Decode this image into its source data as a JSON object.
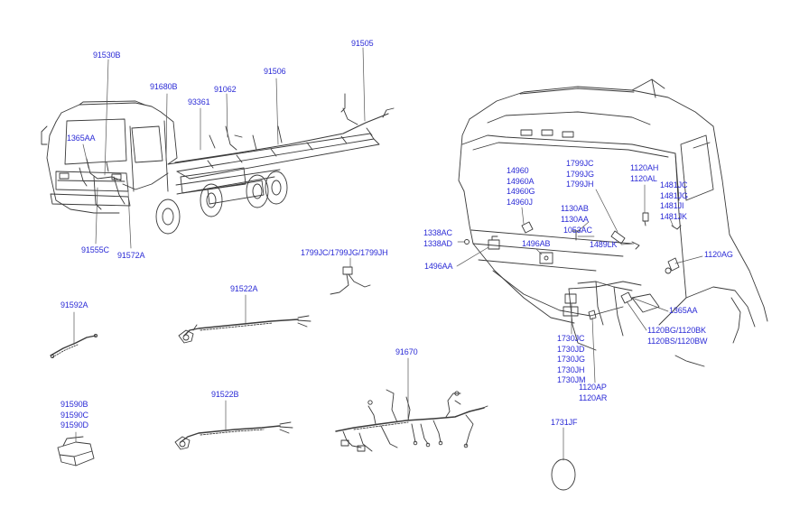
{
  "labels": {
    "l91530B": [
      "91530B"
    ],
    "l91505": [
      "91505"
    ],
    "l91680B": [
      "91680B"
    ],
    "l91506": [
      "91506"
    ],
    "l91062": [
      "91062"
    ],
    "l93361": [
      "93361"
    ],
    "l1365AA_left": [
      "1365AA"
    ],
    "l91555C": [
      "91555C"
    ],
    "l91572A": [
      "91572A"
    ],
    "l1799_top": [
      "1799JC/1799JG/1799JH"
    ],
    "l91592A": [
      "91592A"
    ],
    "l91522A": [
      "91522A"
    ],
    "l91590": [
      "91590B",
      "91590C",
      "91590D"
    ],
    "l91522B": [
      "91522B"
    ],
    "l91670": [
      "91670"
    ],
    "l14960": [
      "14960",
      "14960A",
      "14960G",
      "14960J"
    ],
    "l1799_right": [
      "1799JC",
      "1799JG",
      "1799JH"
    ],
    "l1120AH": [
      "1120AH",
      "1120AL"
    ],
    "l1481": [
      "1481JC",
      "1481JG",
      "1481JI",
      "1481JK"
    ],
    "l1130": [
      "1130AB",
      "1130AA"
    ],
    "l1338": [
      "1338AC",
      "1338AD"
    ],
    "l1053AC": [
      "1053AC"
    ],
    "l1496AB": [
      "1496AB"
    ],
    "l1489LK": [
      "1489LK"
    ],
    "l1120AG": [
      "1120AG"
    ],
    "l1496AA": [
      "1496AA"
    ],
    "l1365AA_right": [
      "1365AA"
    ],
    "l1120BG": [
      "1120BG/1120BK",
      "1120BS/1120BW"
    ],
    "l1730": [
      "1730JC",
      "1730JD",
      "1730JG",
      "1730JH",
      "1730JM"
    ],
    "l1120AP": [
      "1120AP",
      "1120AR"
    ],
    "l1731JF": [
      "1731JF"
    ]
  },
  "colors": {
    "label_text": "#2b2bd6",
    "line_art": "#3a3a3a",
    "leader_line": "#555555",
    "background": "#ffffff"
  }
}
